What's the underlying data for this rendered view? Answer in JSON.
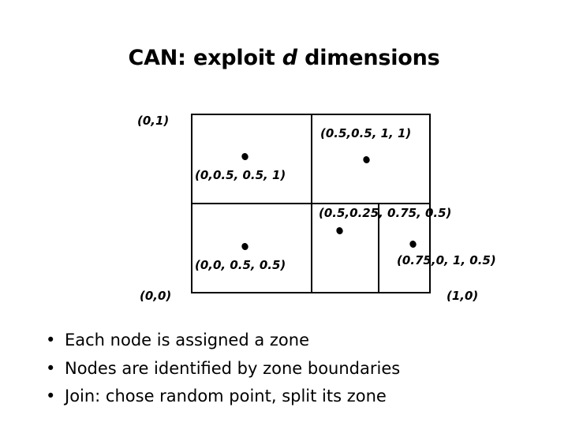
{
  "slide": {
    "title_prefix": "CAN: exploit ",
    "title_variable": "d",
    "title_suffix": " dimensions",
    "background_color": "#ffffff",
    "ink_color": "#000000"
  },
  "diagram": {
    "name": "can-coordinate-space",
    "description": "Unit coordinate space partitioned into zones with node owners",
    "corner_labels": [
      {
        "name": "origin-top-left",
        "text": "(0,1)"
      },
      {
        "name": "origin-bottom-left",
        "text": "(0,0)"
      },
      {
        "name": "origin-bottom-right",
        "text": "(1,0)"
      }
    ],
    "zones": [
      {
        "name": "zone-top-left",
        "label": "(0,0.5, 0.5, 1)",
        "bounds": [
          0,
          0.5,
          0.5,
          1
        ]
      },
      {
        "name": "zone-top-right",
        "label": "(0.5,0.5, 1, 1)",
        "bounds": [
          0.5,
          0.5,
          1,
          1
        ]
      },
      {
        "name": "zone-bottom-left",
        "label": "(0,0, 0.5, 0.5)",
        "bounds": [
          0,
          0,
          0.5,
          0.5
        ]
      },
      {
        "name": "zone-bottom-middle",
        "label": "(0.5,0.25, 0.75, 0.5)",
        "bounds": [
          0.5,
          0.25,
          0.75,
          0.5
        ]
      },
      {
        "name": "zone-bottom-right",
        "label": "(0.75,0, 1, 0.5)",
        "bounds": [
          0.75,
          0,
          1,
          0.5
        ]
      }
    ]
  },
  "bullets": [
    {
      "glyph": "•",
      "text": "Each node is assigned a zone"
    },
    {
      "glyph": "•",
      "text": "Nodes are identified by zone boundaries"
    },
    {
      "glyph": "•",
      "text": "Join: chose random point, split its zone"
    }
  ]
}
